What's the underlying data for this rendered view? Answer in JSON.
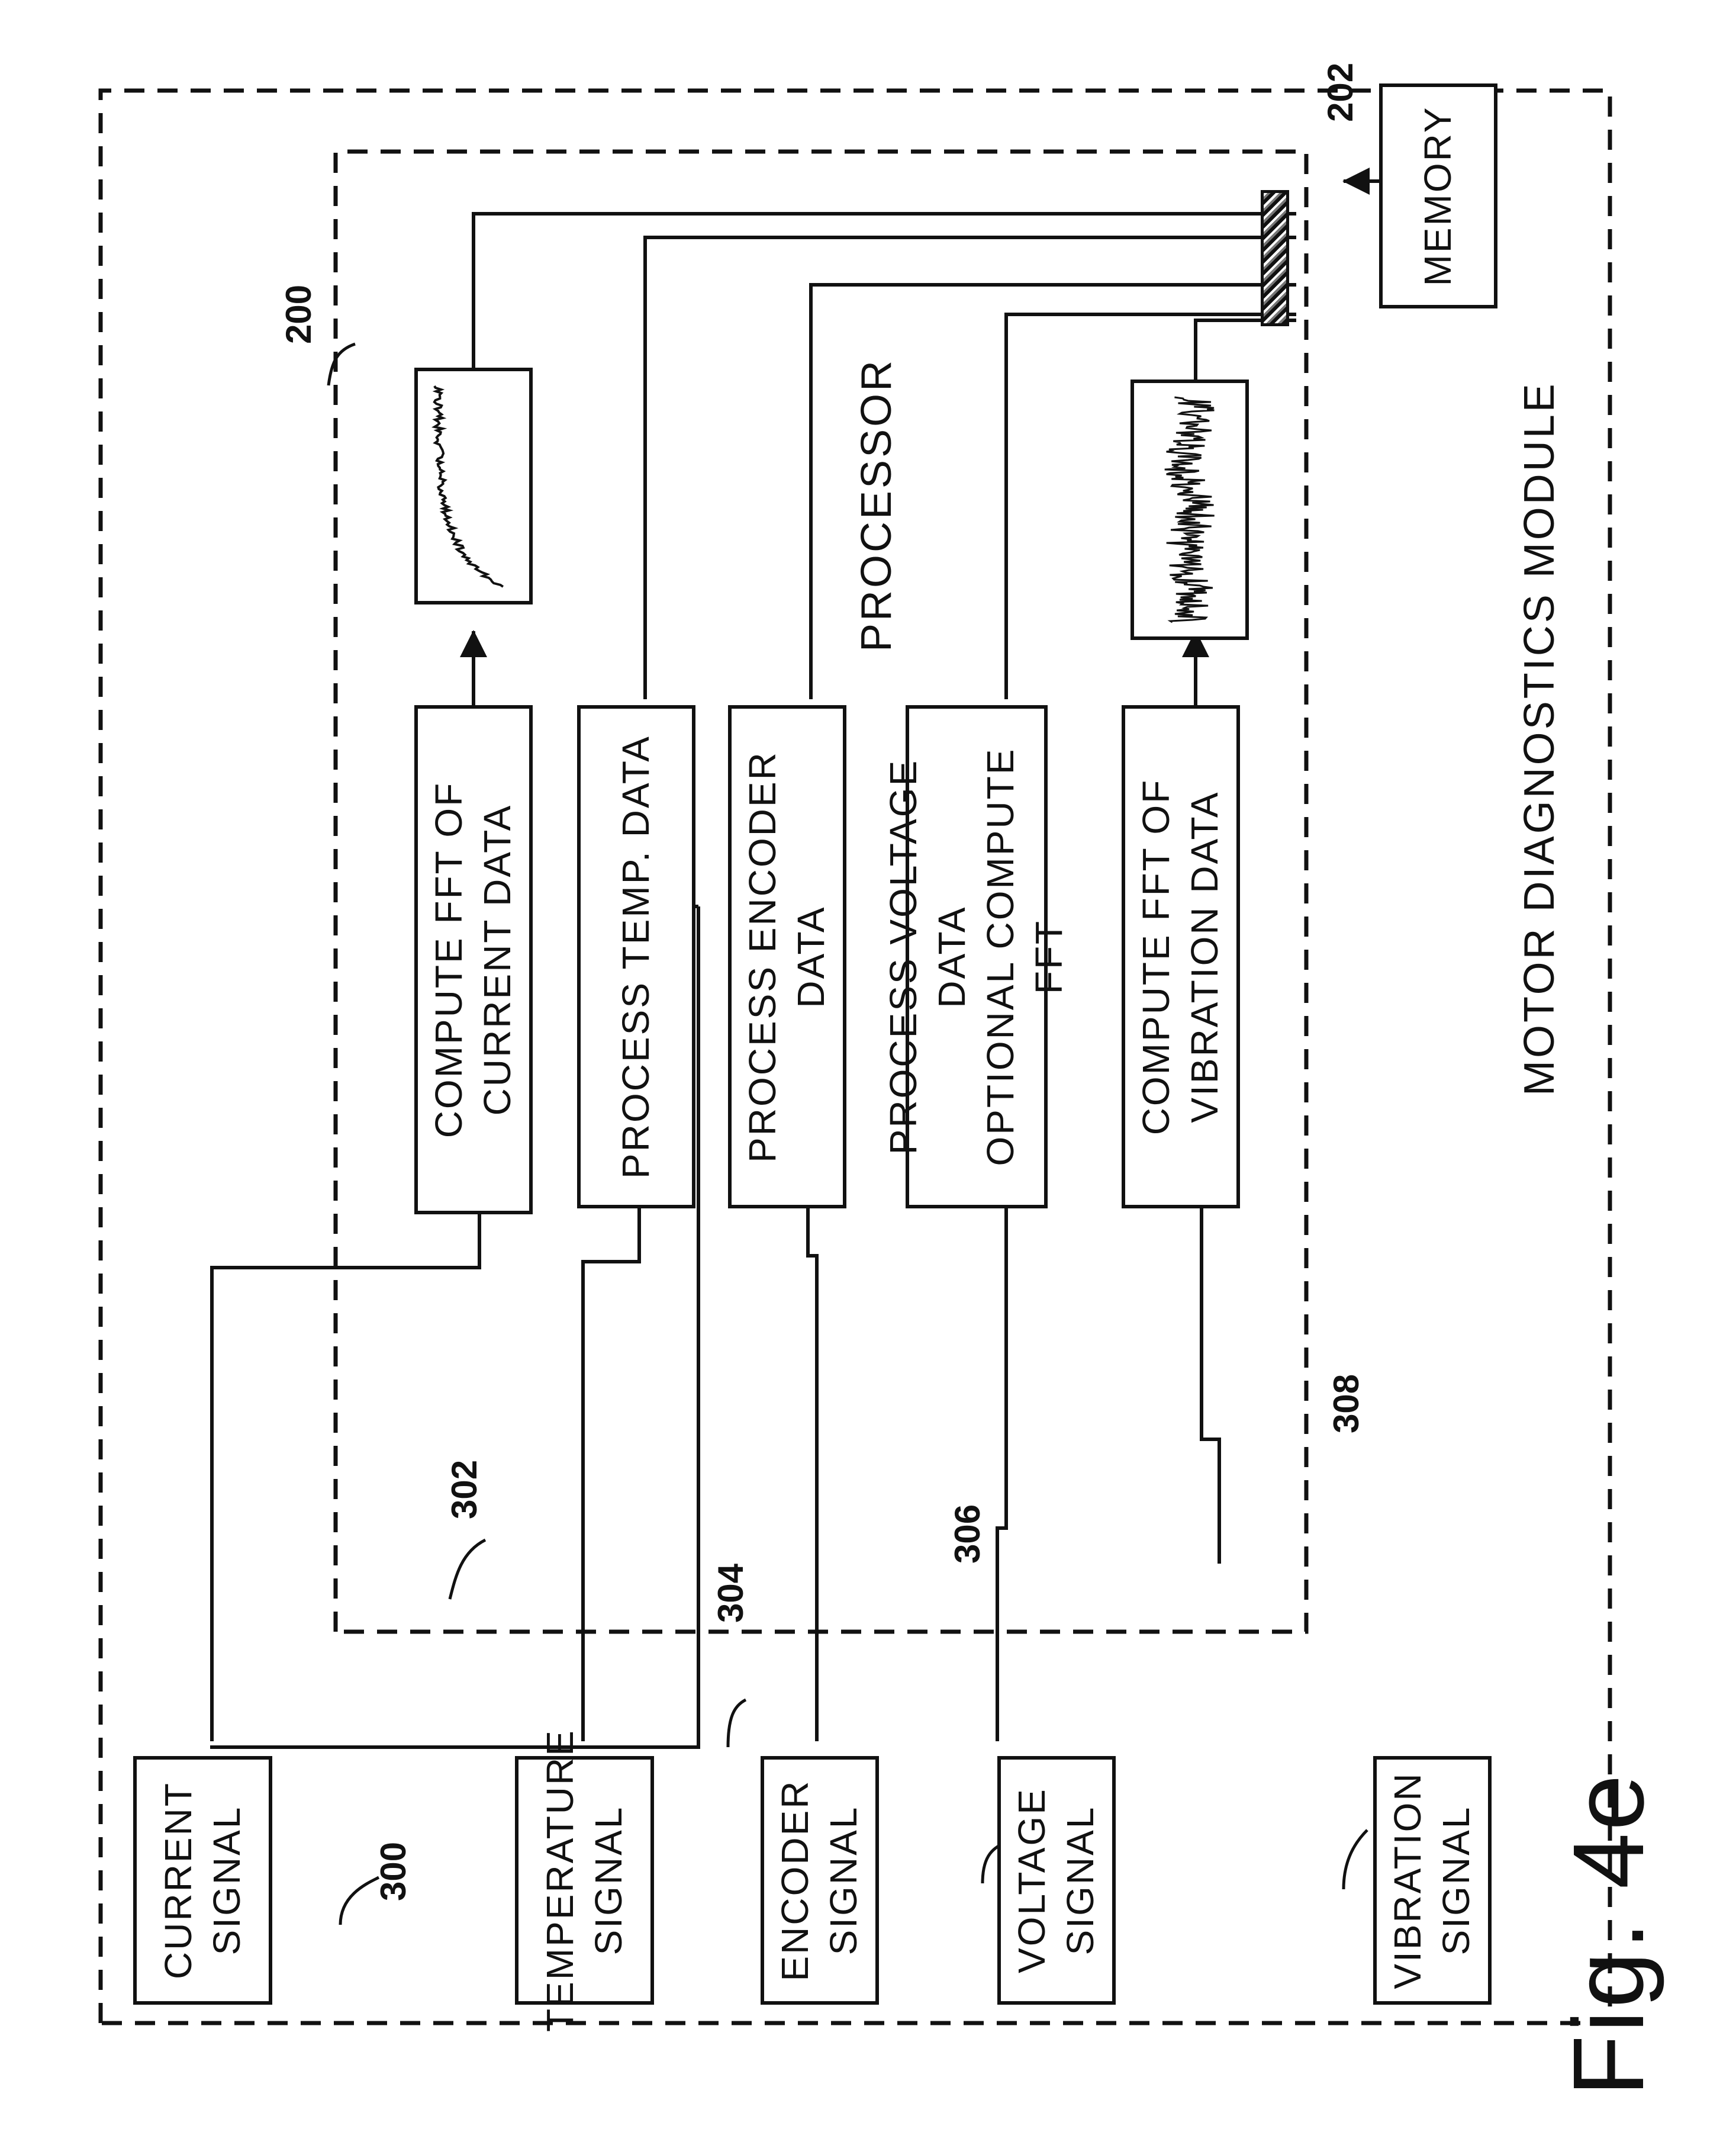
{
  "figure_label": "Fig. 4e",
  "module": {
    "label": "MOTOR DIAGNOSTICS MODULE"
  },
  "processor": {
    "label": "PROCESSOR",
    "ref": "200"
  },
  "memory": {
    "label": "MEMORY",
    "ref": "202"
  },
  "signals": [
    {
      "label": "CURRENT\nSIGNAL",
      "ref": "300"
    },
    {
      "label": "TEMPERATURE\nSIGNAL",
      "ref": "302"
    },
    {
      "label": "ENCODER\nSIGNAL",
      "ref": "304"
    },
    {
      "label": "VOLTAGE\nSIGNAL",
      "ref": "306"
    },
    {
      "label": "VIBRATION\nSIGNAL",
      "ref": "308"
    }
  ],
  "stages": [
    {
      "label": "COMPUTE FFT OF\nCURRENT DATA"
    },
    {
      "label": "PROCESS TEMP. DATA"
    },
    {
      "label": "PROCESS  ENCODER\nDATA"
    },
    {
      "label": "PROCESS VOLTAGE\nDATA\nOPTIONAL COMPUTE FFT"
    },
    {
      "label": "COMPUTE FFT OF\nVIBRATION DATA"
    }
  ],
  "plots": [
    {
      "name": "current-fft-plot",
      "shape": "decaying spectrum"
    },
    {
      "name": "vibration-fft-plot",
      "shape": "noisy spectrum"
    }
  ]
}
